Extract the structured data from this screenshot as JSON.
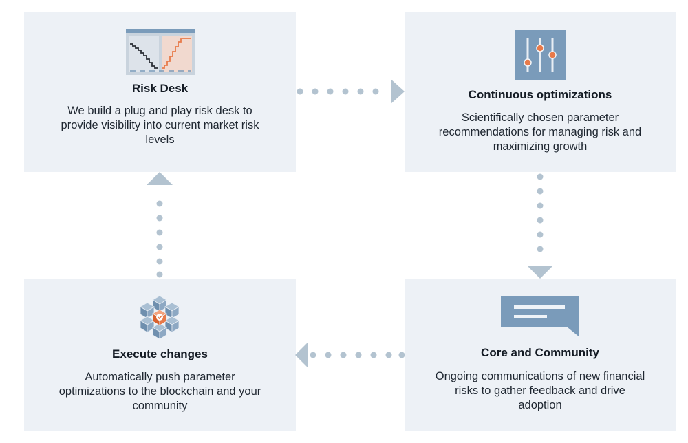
{
  "colors": {
    "card_bg": "#edf1f6",
    "connector": "#b3c3d0",
    "accent": "#e87a4a",
    "icon_blue": "#7a9bba"
  },
  "cards": {
    "risk_desk": {
      "title": "Risk Desk",
      "lines": [
        "We build a plug and play risk desk to",
        "provide visibility into current market risk",
        "levels"
      ],
      "icon": "risk-chart-icon"
    },
    "continuous_optimizations": {
      "title": "Continuous optimizations",
      "lines": [
        "Scientifically chosen parameter",
        "recommendations for managing risk and",
        "maximizing growth"
      ],
      "icon": "sliders-icon"
    },
    "core_community": {
      "title": "Core and Community",
      "lines": [
        "Ongoing communications of new financial",
        "risks to gather feedback and drive",
        "adoption"
      ],
      "icon": "chat-bubble-icon"
    },
    "execute_changes": {
      "title": "Execute changes",
      "lines": [
        "Automatically push parameter",
        "optimizations to the blockchain and your",
        "community"
      ],
      "icon": "cube-cluster-icon"
    }
  },
  "connectors": [
    {
      "from": "Risk Desk",
      "to": "Continuous optimizations",
      "direction": "right"
    },
    {
      "from": "Continuous optimizations",
      "to": "Core and Community",
      "direction": "down"
    },
    {
      "from": "Core and Community",
      "to": "Execute changes",
      "direction": "left"
    },
    {
      "from": "Execute changes",
      "to": "Risk Desk",
      "direction": "up"
    }
  ]
}
